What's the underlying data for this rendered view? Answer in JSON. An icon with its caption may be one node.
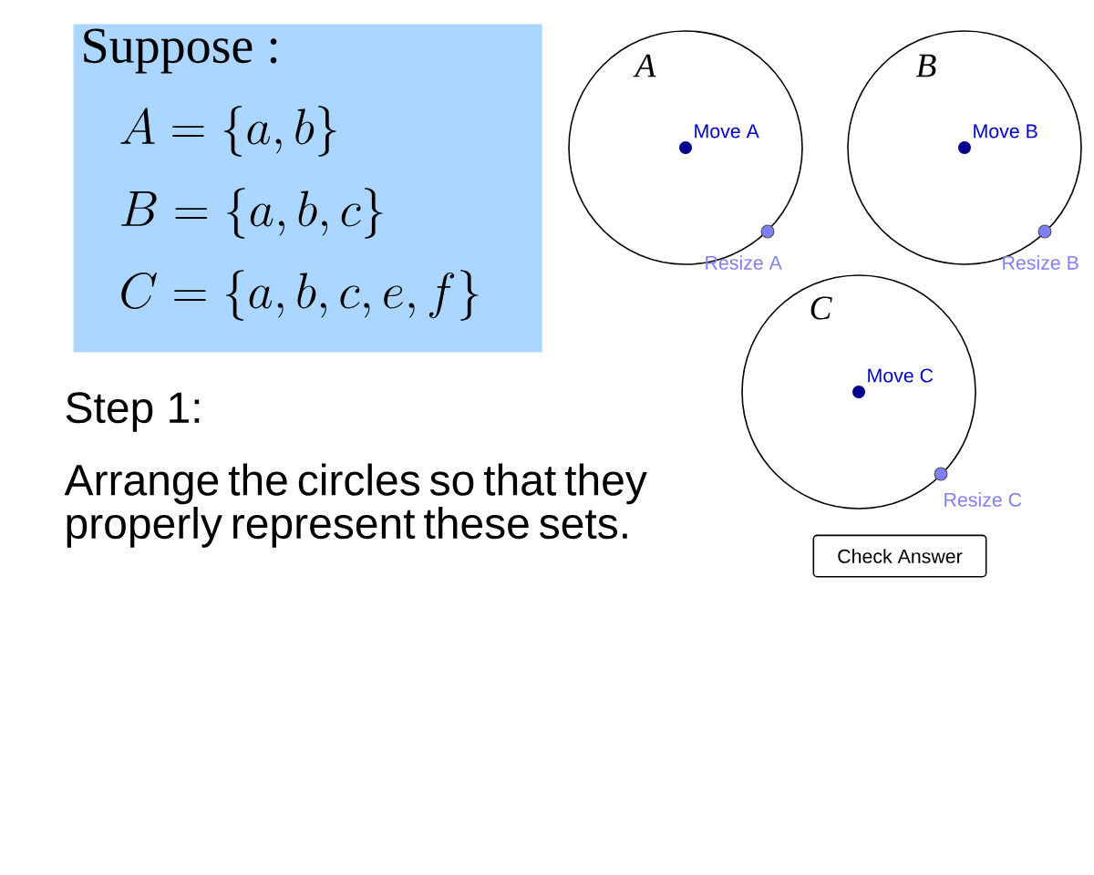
{
  "diagram": {
    "nodes": [
      {
        "text": [
          "Suppose :",
          "A = \\{a, b\\}",
          "B = \\{a, b, c\\}",
          "C = \\{a, b, c, e, f\\}"
        ]
      },
      {
        "text": [
          "A",
          "Move A"
        ],
        "beside": [
          "Resize A"
        ]
      },
      {
        "text": [
          "B",
          "Move B"
        ],
        "beside": [
          "Resize B"
        ]
      },
      {
        "text": [
          "C",
          "Move C"
        ],
        "beside": [
          "Resize C"
        ]
      },
      {
        "text": [
          "Check Answer"
        ]
      }
    ],
    "labels": [
      "Step 1:",
      "Arrange the circles so that they properly represent these sets."
    ]
  }
}
